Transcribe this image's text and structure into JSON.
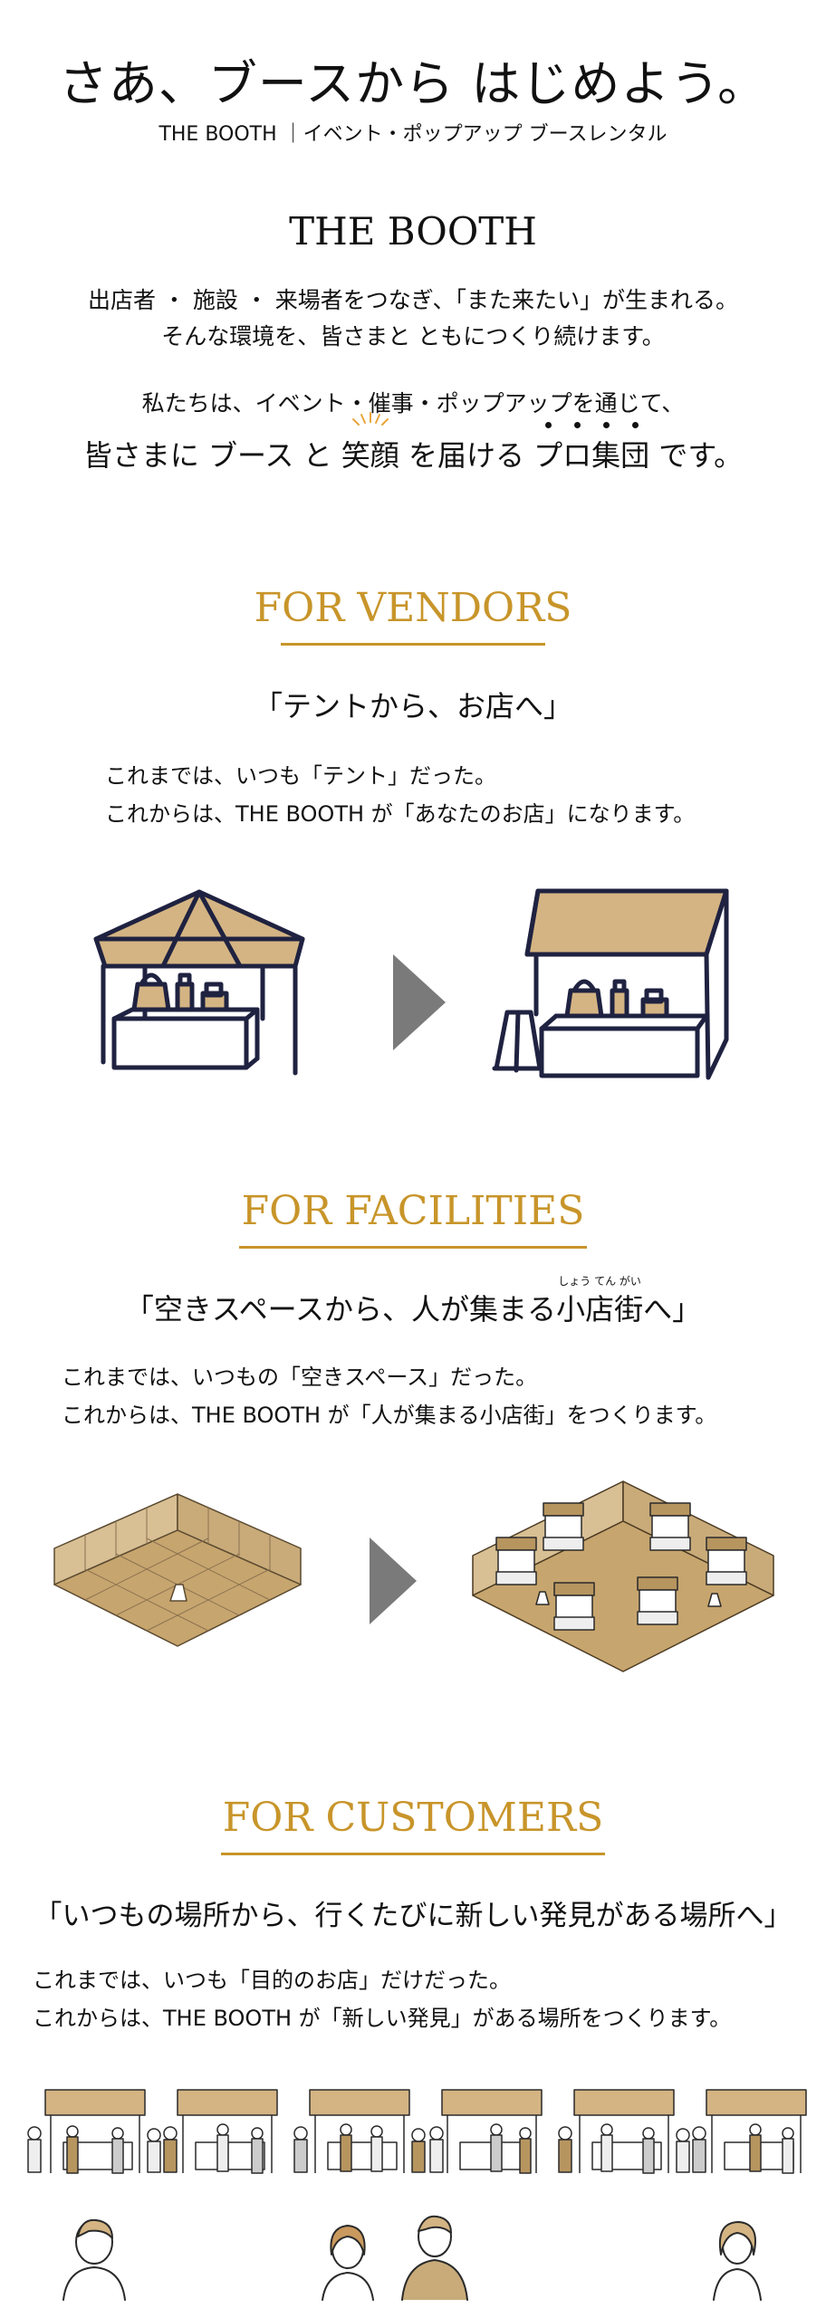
{
  "hero": {
    "title": "さあ、ブースから はじめよう。",
    "subtitle": "THE BOOTH ｜イベント・ポップアップ ブースレンタル"
  },
  "intro": {
    "brand": "THE BOOTH",
    "line1": "出店者 ・ 施設 ・ 来場者をつなぎ、「また来たい」が生まれる。",
    "line2": "そんな環境を、皆さまと ともにつくり続けます。",
    "mission_line1": "私たちは、イベント・催事・ポップアップを通じて、",
    "mission_a": "皆さまに ブース と ",
    "mission_smile": "笑顔",
    "mission_b": " を届ける ",
    "mission_pro": "プロ集団",
    "mission_c": " です。"
  },
  "vendors": {
    "heading": "FOR VENDORS",
    "quote": "「テントから、お店へ」",
    "line1": "これまでは、いつも「テント」だった。",
    "line2": "これからは、THE BOOTH が「あなたのお店」になります。"
  },
  "facilities": {
    "heading": "FOR FACILITIES",
    "quote_a": "「空きスペースから、人が集まる",
    "quote_ruby_base": "小店街",
    "quote_ruby": "しょう てん がい",
    "quote_b": "へ」",
    "line1": "これまでは、いつもの「空きスペース」だった。",
    "line2": "これからは、THE BOOTH が「人が集まる小店街」をつくります。"
  },
  "customers": {
    "heading": "FOR CUSTOMERS",
    "quote": "「いつもの場所から、行くたびに新しい発見がある場所へ」",
    "line1": "これまでは、いつも「目的のお店」だけだった。",
    "line2": "これからは、THE BOOTH が「新しい発見」がある場所をつくります。"
  },
  "colors": {
    "accent": "#c8952a",
    "canopy": "#d4b483",
    "line": "#1f2240",
    "arrow": "#7a7a7a"
  }
}
